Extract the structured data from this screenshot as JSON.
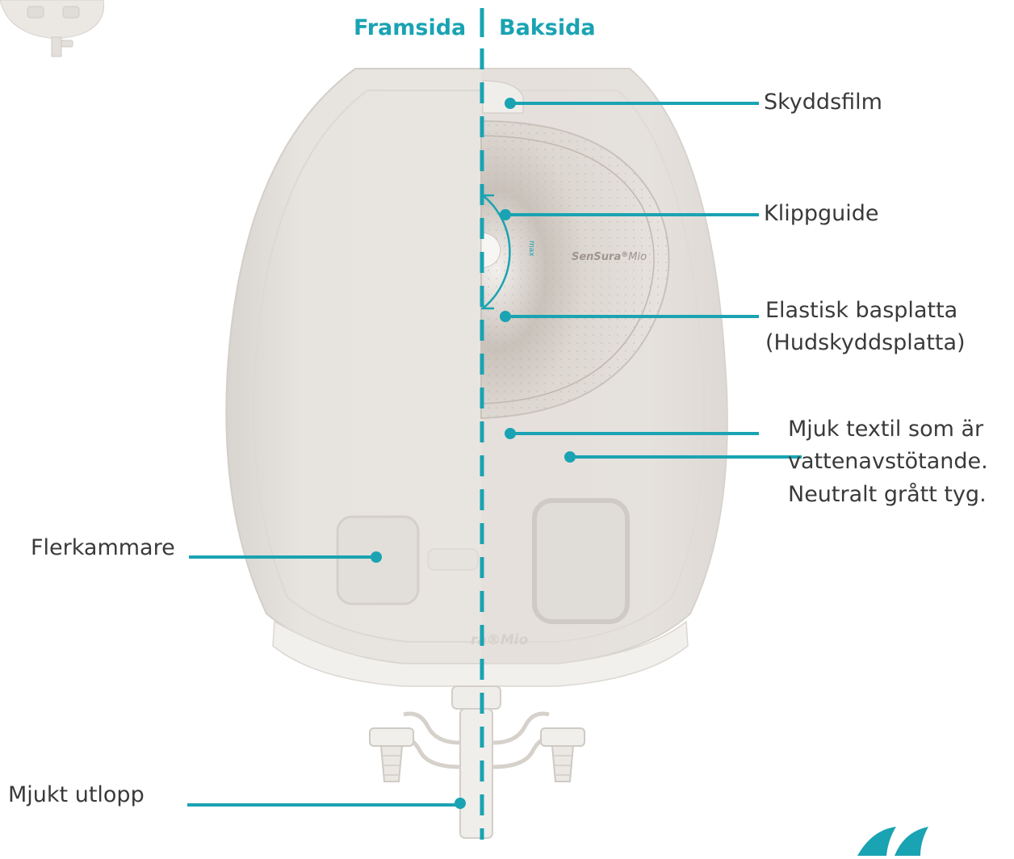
{
  "header": {
    "front": "Framsida",
    "back": "Baksida"
  },
  "labels": {
    "skyddsfilm": "Skyddsfilm",
    "klippguide": "Klippguide",
    "basplatta_line1": "Elastisk basplatta",
    "basplatta_line2": "(Hudskyddsplatta)",
    "textil_line1": "Mjuk textil som är",
    "textil_line2": "vattenavstötande.",
    "textil_line3": "Neutralt grått tyg.",
    "flerkammare": "Flerkammare",
    "utlopp": "Mjukt utlopp"
  },
  "product": {
    "brand": "SenSura",
    "model": "Mio",
    "registered": "®",
    "bottom_text": "ra®Mio",
    "scale_text": "max"
  },
  "colors": {
    "accent": "#1aa3b2",
    "text": "#3a3a3a",
    "bag": "#e6e3df",
    "bag_edge": "#d5d1cc",
    "wafer": "#d9d4cf"
  }
}
